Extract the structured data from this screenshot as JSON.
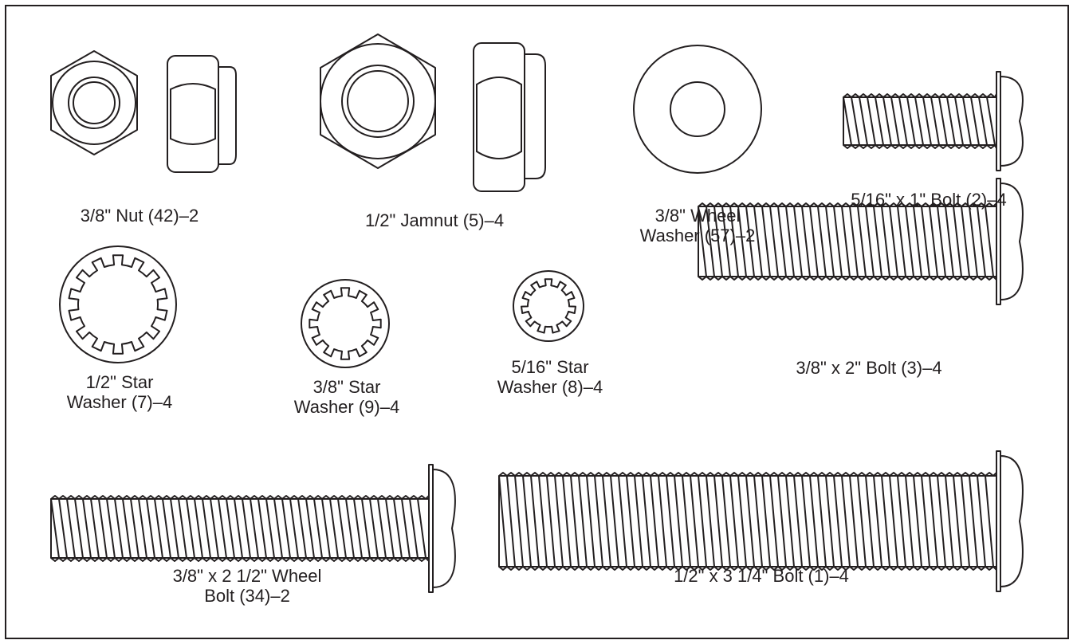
{
  "parts": [
    {
      "id": "nut-38",
      "lines": [
        "3/8\" Nut (42)–2"
      ]
    },
    {
      "id": "jamnut-12",
      "lines": [
        "1/2\" Jamnut (5)–4"
      ]
    },
    {
      "id": "wheel-washer-38",
      "lines": [
        "3/8\" Wheel",
        "Washer (57)–2"
      ]
    },
    {
      "id": "bolt-516x1",
      "lines": [
        "5/16\" x 1\" Bolt (2)–4"
      ]
    },
    {
      "id": "star-washer-12",
      "lines": [
        "1/2\" Star",
        "Washer (7)–4"
      ]
    },
    {
      "id": "star-washer-38",
      "lines": [
        "3/8\" Star",
        "Washer (9)–4"
      ]
    },
    {
      "id": "star-washer-516",
      "lines": [
        "5/16\" Star",
        "Washer (8)–4"
      ]
    },
    {
      "id": "bolt-38x2",
      "lines": [
        "3/8\" x 2\" Bolt (3)–4"
      ]
    },
    {
      "id": "wheel-bolt-38x212",
      "lines": [
        "3/8\" x 2 1/2\" Wheel",
        "Bolt (34)–2"
      ]
    },
    {
      "id": "bolt-12x314",
      "lines": [
        "1/2\" x 3 1/4\" Bolt (1)–4"
      ]
    }
  ],
  "colors": {
    "ink": "#231f20",
    "paper": "#ffffff"
  }
}
